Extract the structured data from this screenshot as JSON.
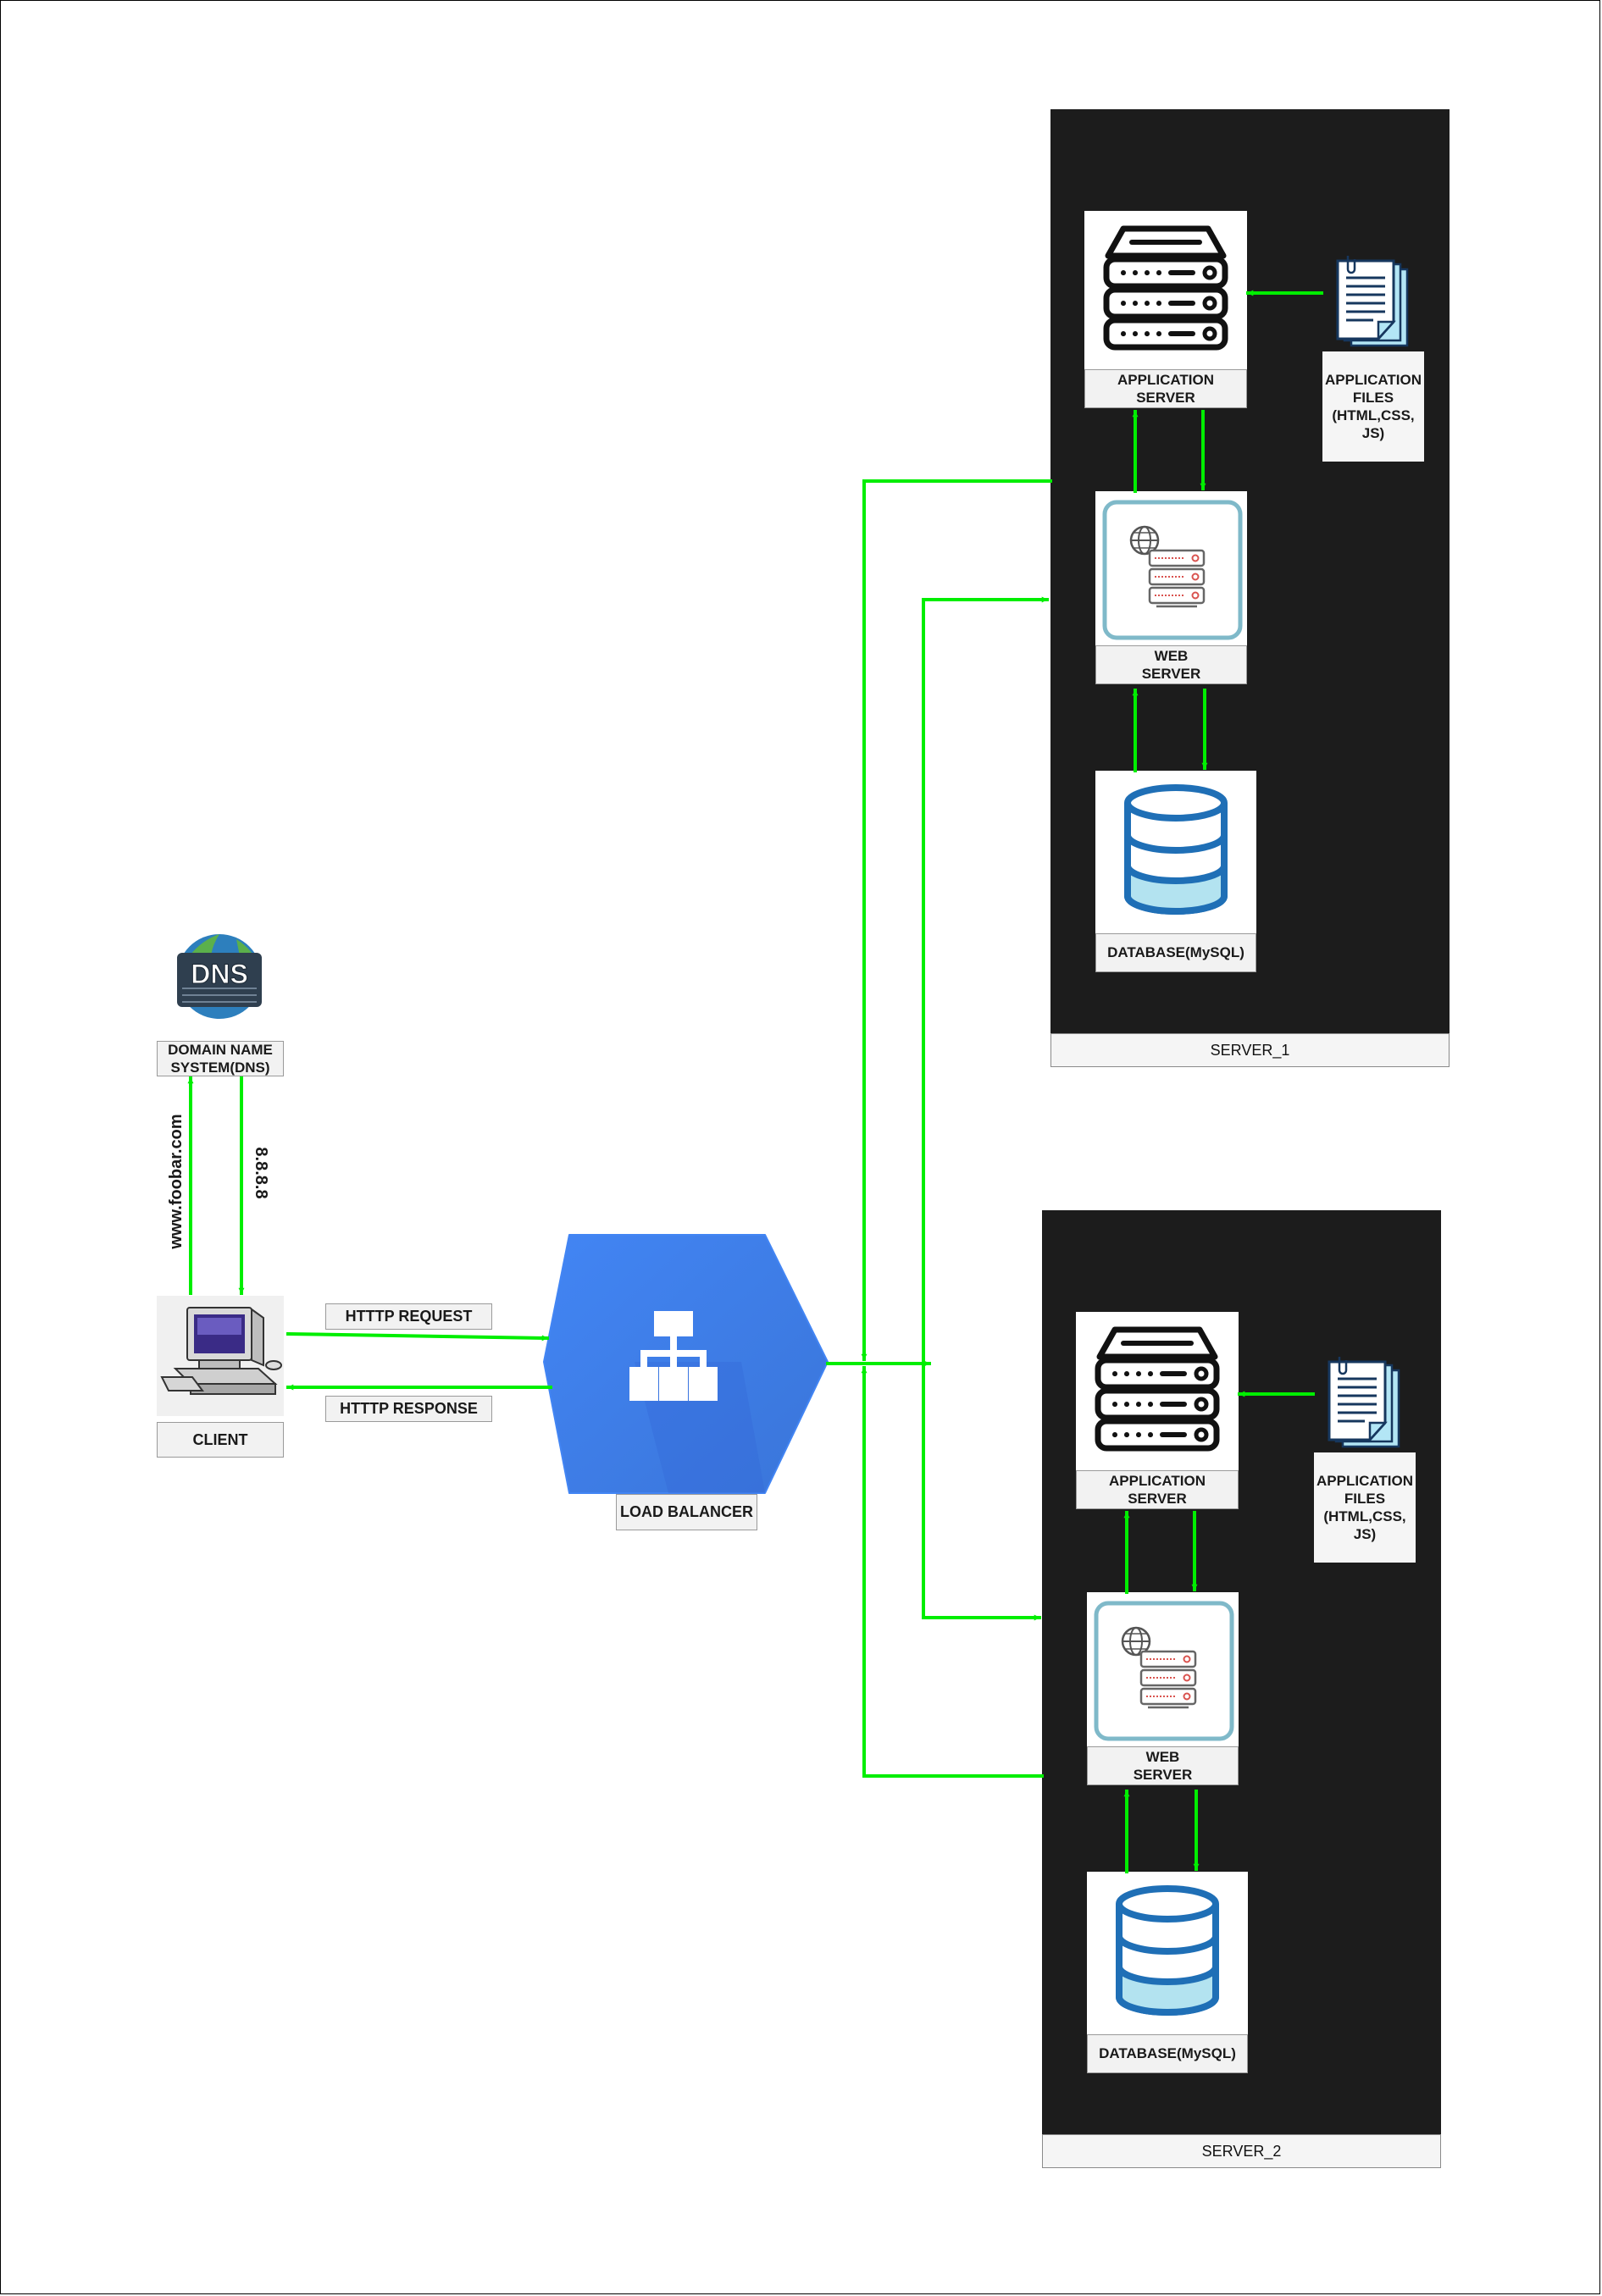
{
  "dns": {
    "label": "DOMAIN NAME SYSTEM(DNS)",
    "icon": "dns-server-icon",
    "icon_text": "DNS"
  },
  "client": {
    "label": "CLIENT",
    "icon": "desktop-computer-icon"
  },
  "dns_query": {
    "label": "www.foobar.com"
  },
  "dns_answer": {
    "label": "8.8.8.8"
  },
  "http_request": {
    "label": "HTTTP REQUEST"
  },
  "http_response": {
    "label": "HTTTP RESPONSE"
  },
  "load_balancer": {
    "label": "LOAD BALANCER",
    "icon": "network-hierarchy-icon"
  },
  "servers": [
    {
      "title": "SERVER_1",
      "app_server": {
        "label": "APPLICATION SERVER",
        "icon": "server-rack-icon"
      },
      "app_files": {
        "label": "APPLICATION FILES (HTML,CSS, JS)",
        "icon": "document-icon"
      },
      "web_server": {
        "label": "WEB SERVER",
        "icon": "web-server-icon"
      },
      "database": {
        "label": "DATABASE(MySQL)",
        "icon": "database-icon"
      }
    },
    {
      "title": "SERVER_2",
      "app_server": {
        "label": "APPLICATION SERVER",
        "icon": "server-rack-icon"
      },
      "app_files": {
        "label": "APPLICATION FILES (HTML,CSS, JS)",
        "icon": "document-icon"
      },
      "web_server": {
        "label": "WEB SERVER",
        "icon": "web-server-icon"
      },
      "database": {
        "label": "DATABASE(MySQL)",
        "icon": "database-icon"
      }
    }
  ],
  "colors": {
    "arrow": "#00ee00",
    "panel": "#1c1c1c",
    "load_balancer": "#4285f4",
    "database": "#1f6fb6",
    "database_band": "#b3e3f0",
    "document": "#16375e",
    "web_server_frame": "#7fb9c9",
    "web_server_accent": "#d9534f"
  }
}
